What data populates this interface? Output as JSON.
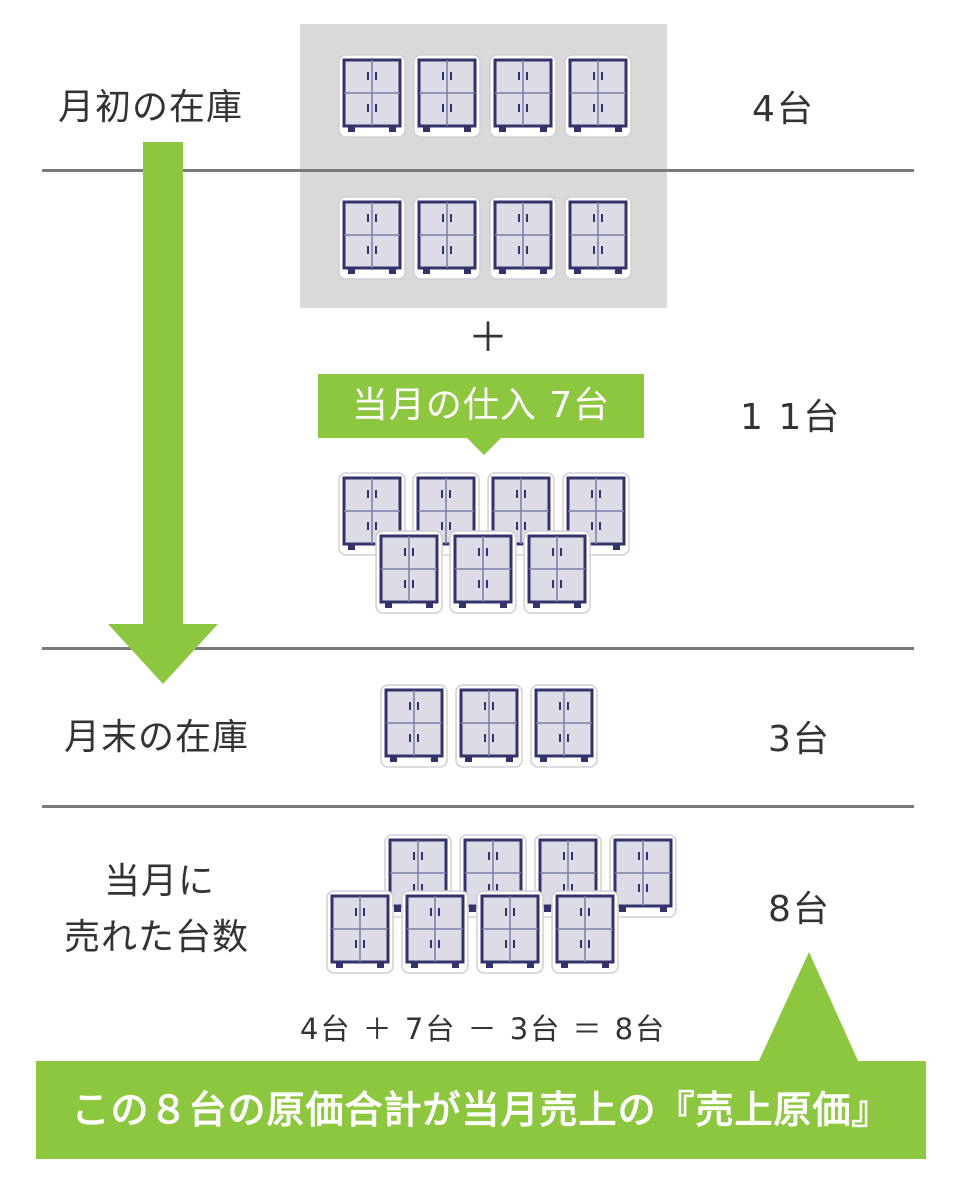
{
  "rows": {
    "start_inventory": {
      "label": "月初の在庫",
      "count": "4台"
    },
    "total": {
      "count": "1 1台"
    },
    "end_inventory": {
      "label": "月末の在庫",
      "count": "3台"
    },
    "sold": {
      "label_line1": "当月に",
      "label_line2": "売れた台数",
      "count": "8台"
    }
  },
  "plus_sign": "＋",
  "purchase_callout": "当月の仕入 7台",
  "formula": "4台 ＋ 7台 － 3台 ＝ 8台",
  "banner": "この８台の原価合計が当月売上の『売上原価』",
  "icons": {
    "unit": "refrigerator-cabinet-icon"
  },
  "colors": {
    "accent_green": "#8dc63f",
    "panel_gray": "#d9d9d9",
    "rule_gray": "#7a7a7a",
    "cabinet_fill": "#dcdce6",
    "cabinet_stroke": "#33336b"
  }
}
